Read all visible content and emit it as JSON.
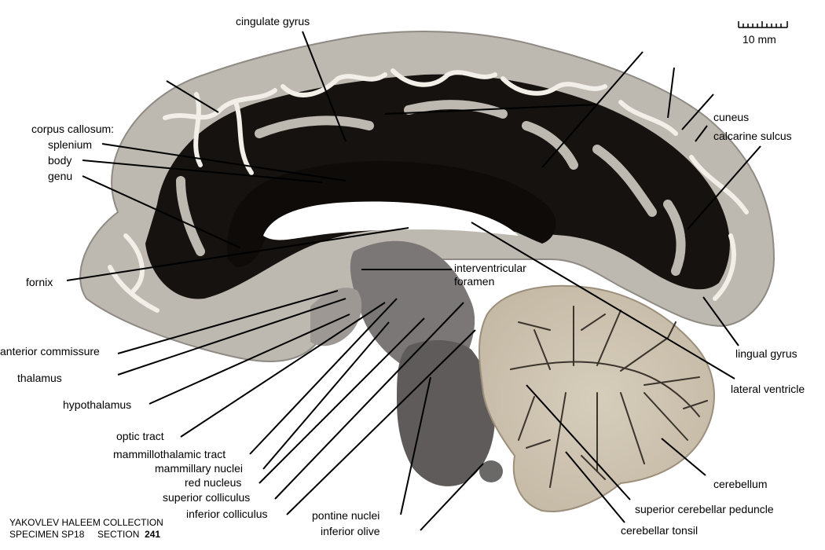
{
  "scale_bar": {
    "label": "10 mm"
  },
  "labels": {
    "cingulate_gyrus": "cingulate gyrus",
    "corpus_callosum": "corpus callosum:",
    "splenium": "splenium",
    "body": "body",
    "genu": "genu",
    "fornix": "fornix",
    "anterior_commissure": "anterior commissure",
    "thalamus": "thalamus",
    "hypothalamus": "hypothalamus",
    "optic_tract": "optic tract",
    "mammillothalamic_tract": "mammillothalamic tract",
    "mammillary_nuclei": "mammillary nuclei",
    "red_nucleus": "red nucleus",
    "superior_colliculus": "superior colliculus",
    "inferior_colliculus": "inferior colliculus",
    "pontine_nuclei": "pontine nuclei",
    "inferior_olive": "inferior olive",
    "interventricular_1": "interventricular",
    "interventricular_2": "foramen",
    "cuneus": "cuneus",
    "calcarine_sulcus": "calcarine sulcus",
    "lingual_gyrus": "lingual gyrus",
    "lateral_ventricle": "lateral ventricle",
    "cerebellum": "cerebellum",
    "superior_cerebellar_peduncle": "superior cerebellar peduncle",
    "cerebellar_tonsil": "cerebellar tonsil"
  },
  "caption": {
    "line1": "YAKOVLEV HALEEM COLLECTION",
    "specimen": "SPECIMEN SP18",
    "section_label": "SECTION",
    "section_number": "241"
  },
  "colors": {
    "cortex": "#bdb8b0",
    "white_matter": "#15120f",
    "cerebellum_bg": "#e6dccb",
    "brainstem": "#6f6d6c"
  }
}
